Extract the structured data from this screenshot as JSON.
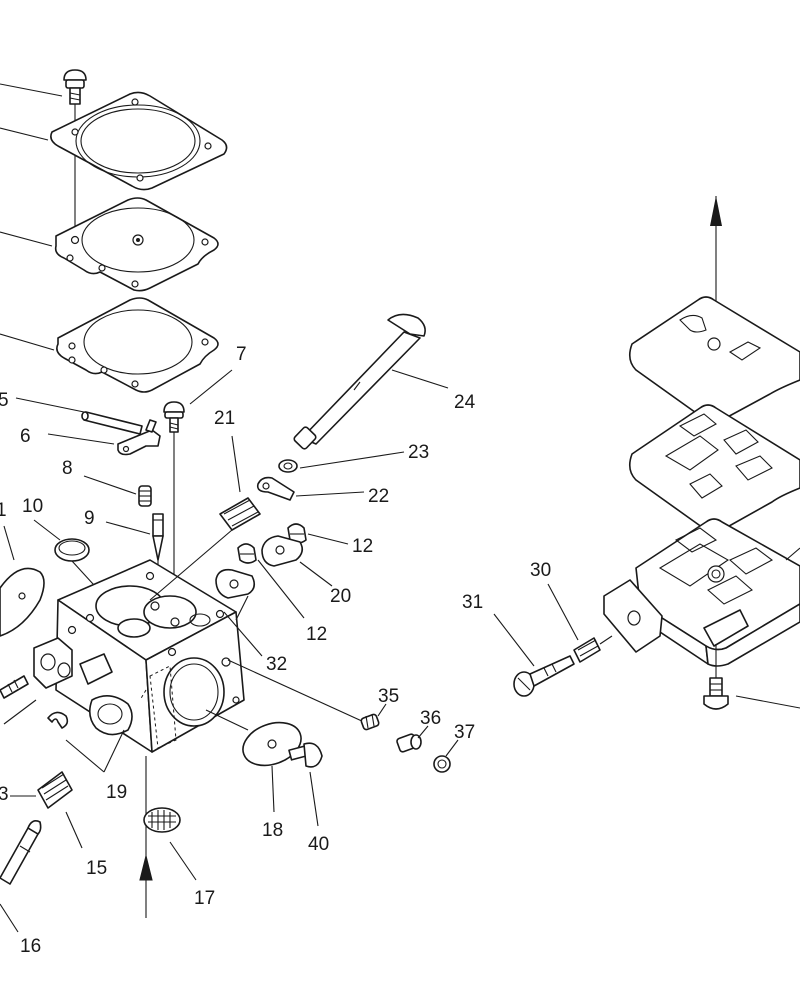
{
  "colors": {
    "ink": "#1a1a1a",
    "background": "#ffffff"
  },
  "callouts": {
    "c5": "5",
    "c6": "6",
    "c7": "7",
    "c8": "8",
    "c9": "9",
    "c10": "10",
    "c1": "1",
    "c12a": "12",
    "c12b": "12",
    "c13": "3",
    "c15": "15",
    "c16": "16",
    "c17": "17",
    "c18": "18",
    "c19": "19",
    "c20": "20",
    "c21": "21",
    "c22": "22",
    "c23": "23",
    "c24": "24",
    "c30": "30",
    "c31": "31",
    "c32": "32",
    "c35": "35",
    "c36": "36",
    "c37": "37",
    "c40": "40"
  }
}
